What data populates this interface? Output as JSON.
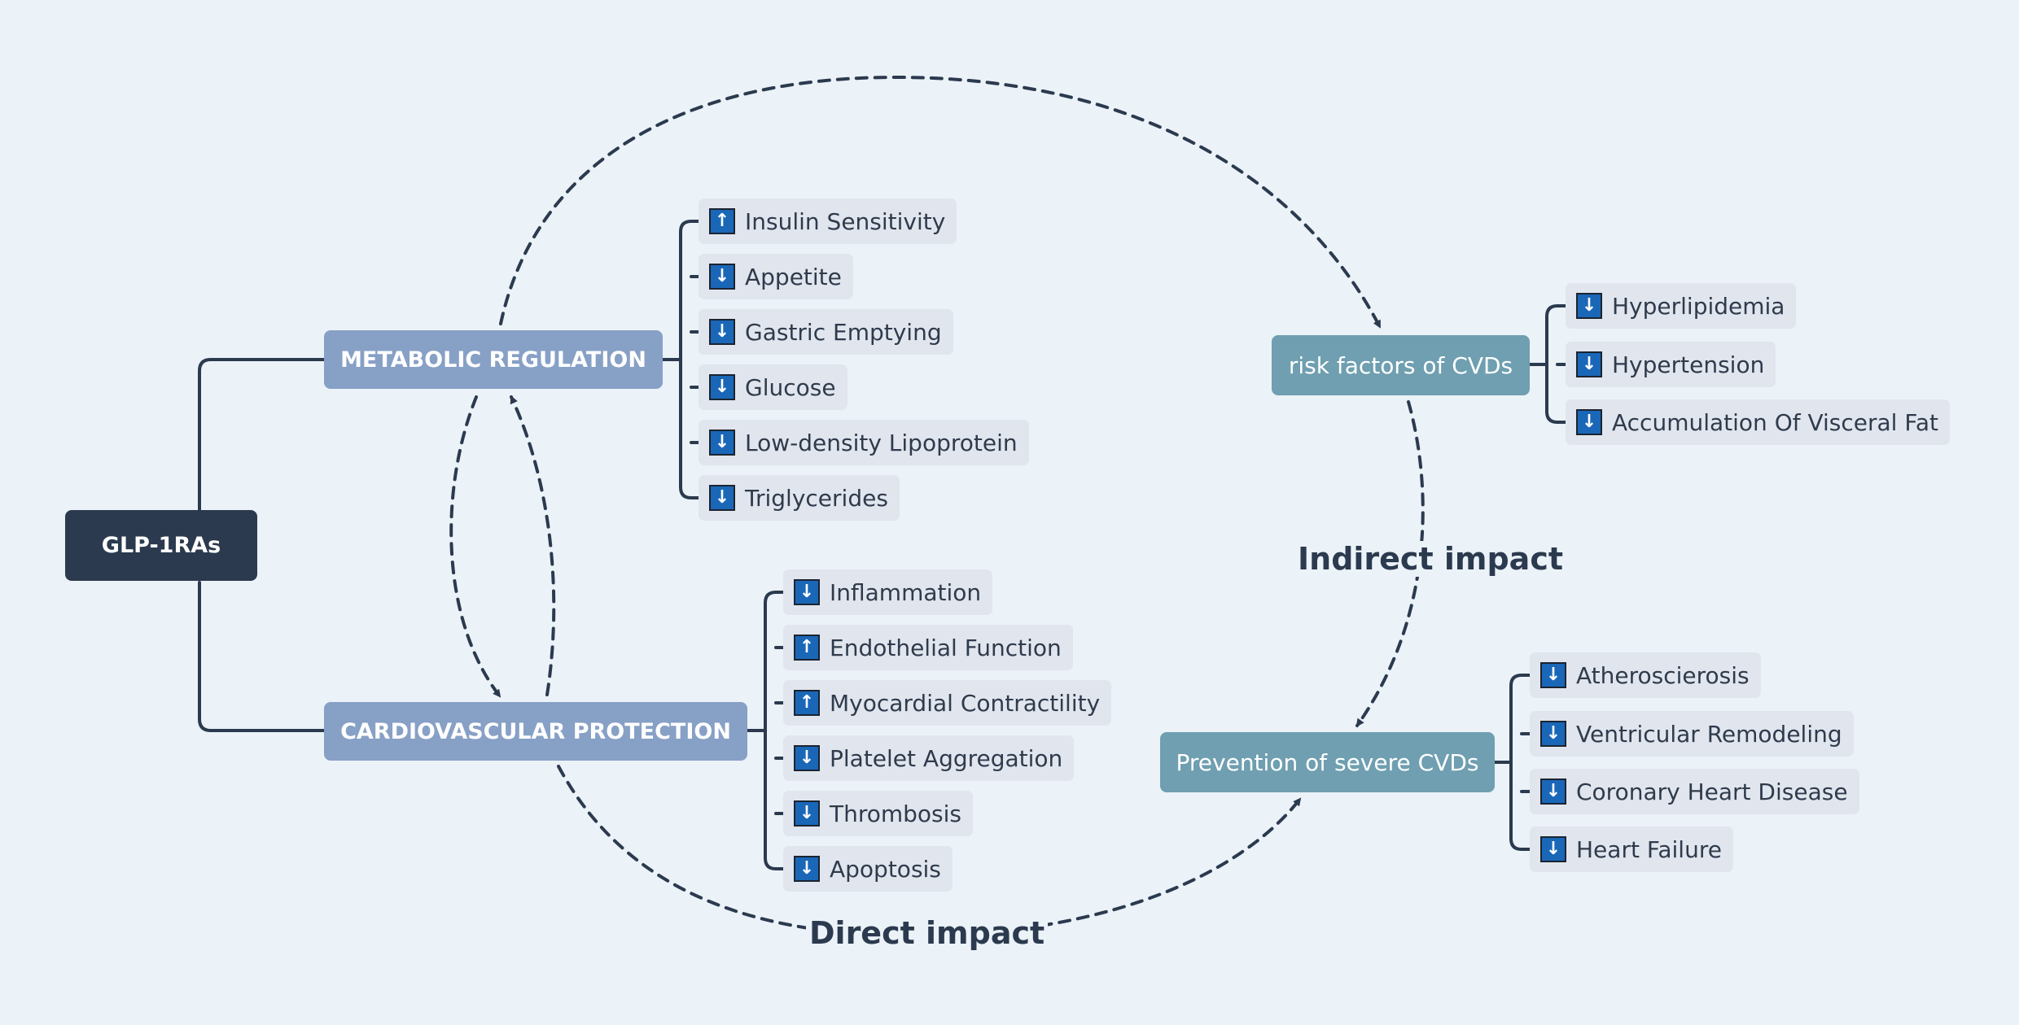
{
  "root": {
    "label": "GLP-1RAs"
  },
  "metabolic": {
    "label": "METABOLIC REGULATION",
    "items": [
      {
        "dir": "↑",
        "label": "Insulin Sensitivity"
      },
      {
        "dir": "↓",
        "label": "Appetite"
      },
      {
        "dir": "↓",
        "label": "Gastric Emptying"
      },
      {
        "dir": "↓",
        "label": "Glucose"
      },
      {
        "dir": "↓",
        "label": "Low-density Lipoprotein"
      },
      {
        "dir": "↓",
        "label": "Triglycerides"
      }
    ]
  },
  "cardio": {
    "label": "CARDIOVASCULAR PROTECTION",
    "items": [
      {
        "dir": "↓",
        "label": "Inflammation"
      },
      {
        "dir": "↑",
        "label": "Endothelial Function"
      },
      {
        "dir": "↑",
        "label": "Myocardial Contractility"
      },
      {
        "dir": "↓",
        "label": "Platelet Aggregation"
      },
      {
        "dir": "↓",
        "label": "Thrombosis"
      },
      {
        "dir": "↓",
        "label": "Apoptosis"
      }
    ]
  },
  "risk": {
    "label": "risk factors of CVDs",
    "items": [
      {
        "dir": "↓",
        "label": "Hyperlipidemia"
      },
      {
        "dir": "↓",
        "label": "Hypertension"
      },
      {
        "dir": "↓",
        "label": "Accumulation Of Visceral Fat"
      }
    ]
  },
  "prevention": {
    "label": "Prevention of severe CVDs",
    "items": [
      {
        "dir": "↓",
        "label": "Atheroscierosis"
      },
      {
        "dir": "↓",
        "label": "Ventricular Remodeling"
      },
      {
        "dir": "↓",
        "label": "Coronary Heart Disease"
      },
      {
        "dir": "↓",
        "label": "Heart Failure"
      }
    ]
  },
  "impacts": {
    "direct": "Direct impact",
    "indirect": "Indirect impact"
  },
  "colors": {
    "line": "#2b3a4e",
    "root": "#2b3a4e",
    "category": "#87a0c6",
    "target": "#6f9fb0",
    "arrow_box": "#1a67b8",
    "leaf_bg": "#e1e6ee"
  }
}
